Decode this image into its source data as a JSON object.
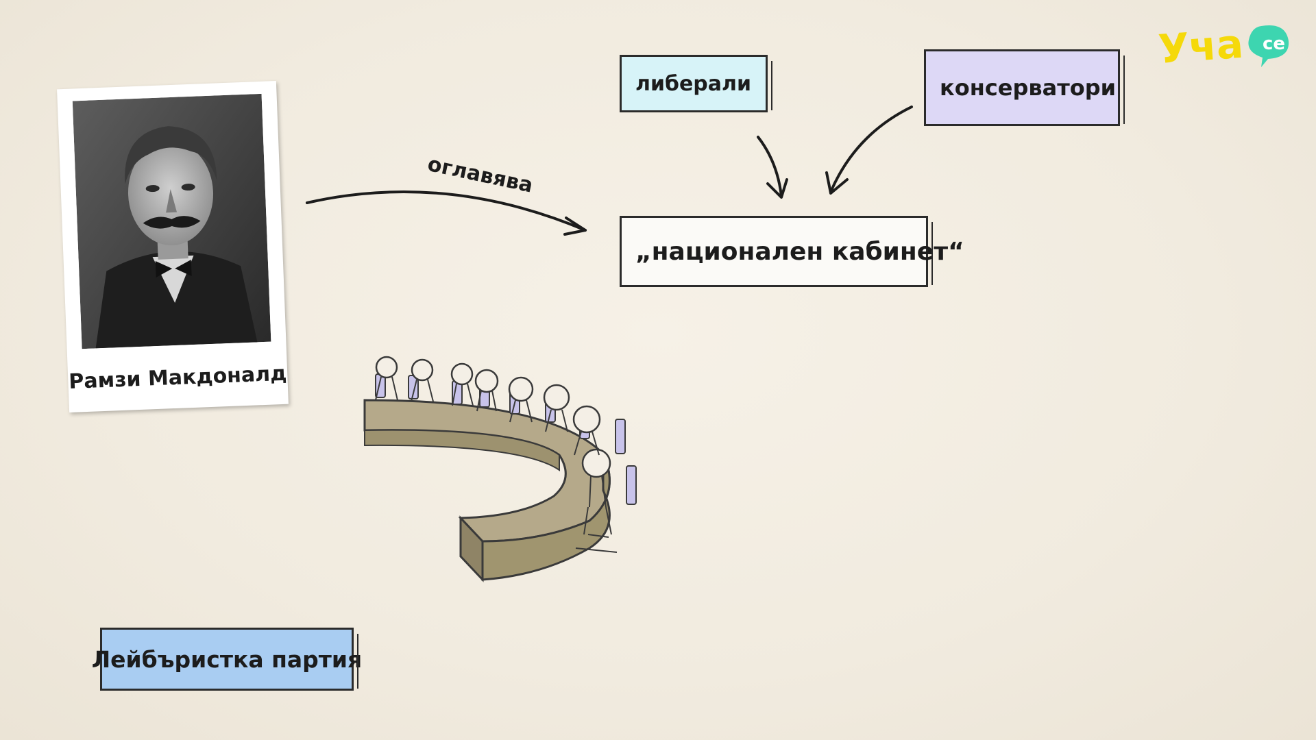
{
  "logo": {
    "text": "Уча",
    "badge": "се"
  },
  "labels": {
    "liberals": "либерали",
    "conservatives": "консерватори",
    "cabinet": "„национален кабинет“",
    "labour": "Лейбъристка партия"
  },
  "portrait": {
    "caption": "Рамзи Макдоналд"
  },
  "connector": {
    "verb": "оглавява"
  },
  "colors": {
    "background": "#f2ede2",
    "liberals_fill": "#d7f3f8",
    "conservatives_fill": "#ddd8f6",
    "cabinet_fill": "#fbfaf7",
    "labour_fill": "#a9cdf2",
    "logo_yellow": "#f5d90a",
    "logo_green": "#3dd5b0"
  },
  "illustration": {
    "subject": "curved-parliament-table-with-seated-figures"
  }
}
